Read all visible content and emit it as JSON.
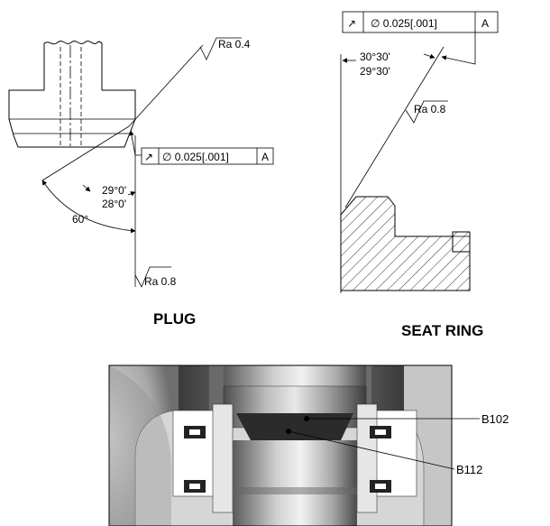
{
  "plug": {
    "title": "PLUG",
    "ra_top": "Ra 0.4",
    "ra_bottom": "Ra 0.8",
    "angle_upper": "29°0'",
    "angle_lower": "28°0'",
    "angle_included": "60°",
    "fcf": {
      "symbol": "↗",
      "tolerance": "∅ 0.025[.001]",
      "datum": "A"
    }
  },
  "seat_ring": {
    "title": "SEAT RING",
    "angle_upper": "30°30'",
    "angle_lower": "29°30'",
    "ra": "Ra 0.8",
    "fcf": {
      "symbol": "↗",
      "tolerance": "∅ 0.025[.001]",
      "datum": "A"
    }
  },
  "assembly": {
    "callouts": [
      "B102",
      "B112"
    ],
    "colors": {
      "body_gray": "#c9c9c9",
      "dark_metal": "#2b2b2b",
      "seal_white": "#ffffff"
    }
  }
}
